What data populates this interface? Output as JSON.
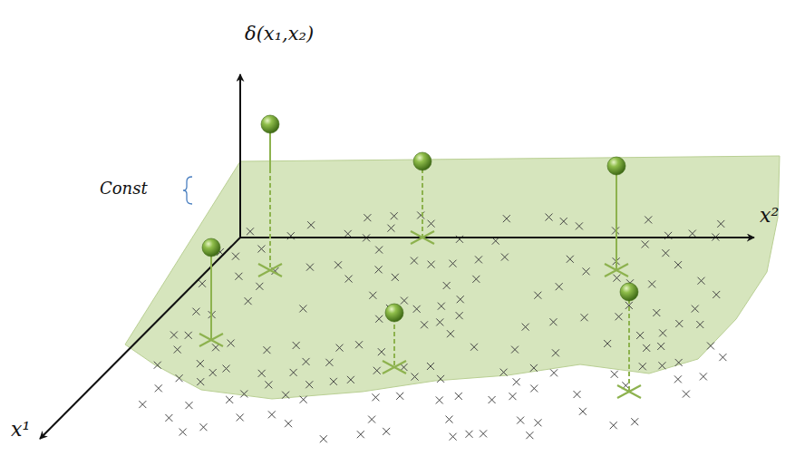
{
  "diagram": {
    "labels": [
      "δ(x₁,x₂)",
      "Const",
      "x²",
      "x¹"
    ]
  }
}
